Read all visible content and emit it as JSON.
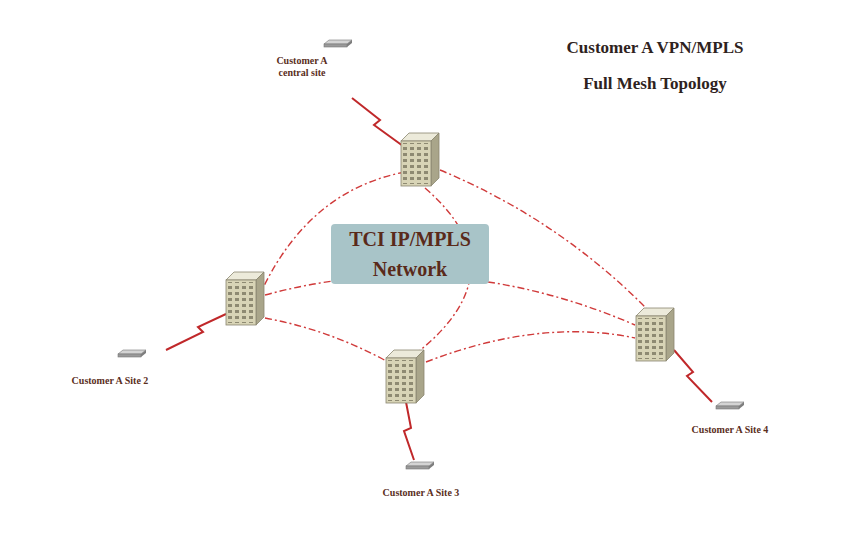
{
  "diagram": {
    "title": "Customer A VPN/MPLS Full Mesh Topology",
    "nodes": [
      {
        "text": [
          "Customer A central site"
        ]
      },
      {
        "text": [
          "TCI IP/MPLS Network"
        ]
      },
      {
        "text": [
          "Customer A Site 2"
        ]
      },
      {
        "text": [
          "Customer A Site 3"
        ]
      },
      {
        "text": [
          "Customer A Site 4"
        ]
      }
    ]
  }
}
